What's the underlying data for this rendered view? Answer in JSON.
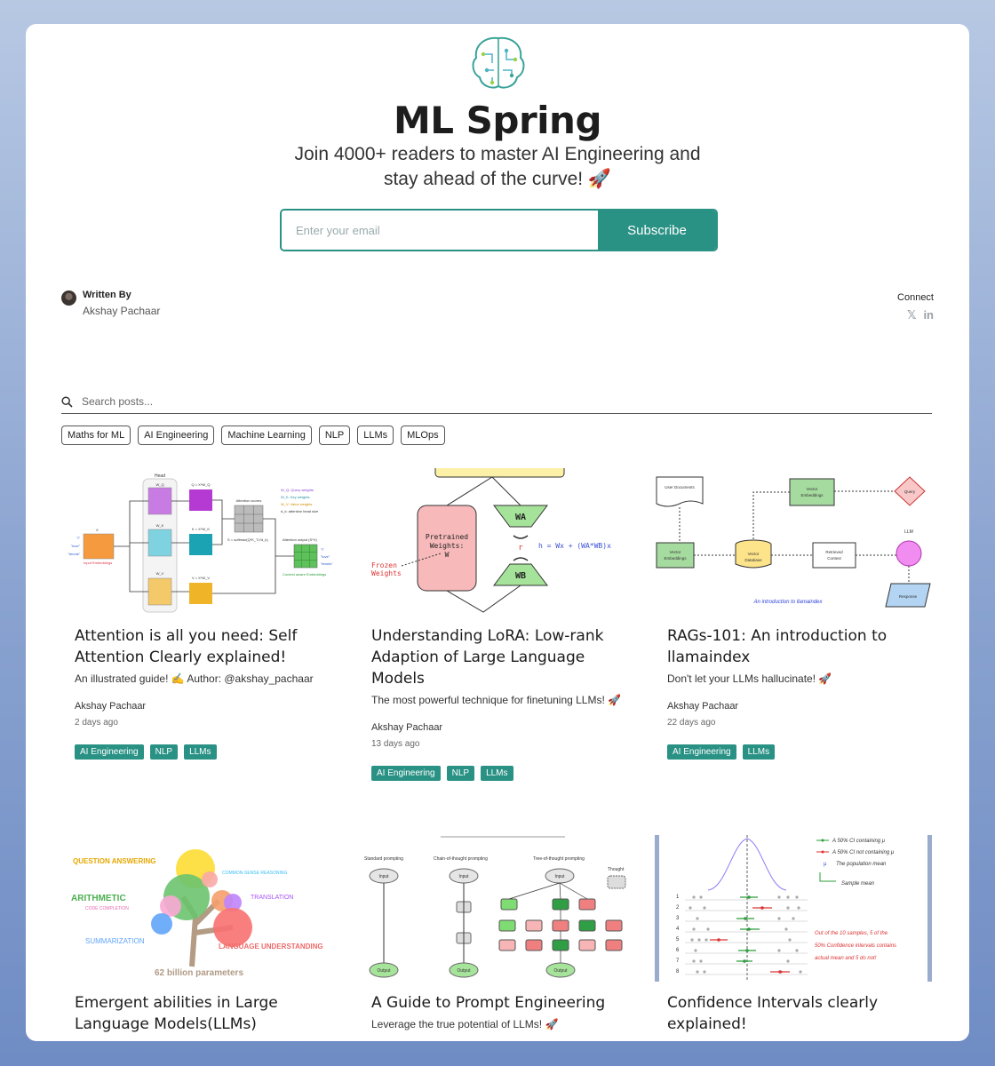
{
  "header": {
    "site_title": "ML Spring",
    "subtitle": "Join 4000+ readers to master AI Engineering and stay ahead of the curve! 🚀"
  },
  "subscribe": {
    "placeholder": "Enter your email",
    "button_label": "Subscribe"
  },
  "author": {
    "label": "Written By",
    "name": "Akshay Pachaar"
  },
  "connect": {
    "label": "Connect",
    "icons": [
      "x-icon",
      "linkedin-icon"
    ]
  },
  "search": {
    "placeholder": "Search posts..."
  },
  "filter_tags": [
    "Maths for ML",
    "AI Engineering",
    "Machine Learning",
    "NLP",
    "LLMs",
    "MLOps"
  ],
  "posts": [
    {
      "title": "Attention is all you need: Self Attention Clearly explained!",
      "description": "An illustrated guide! ✍️ Author: @akshay_pachaar",
      "author": "Akshay Pachaar",
      "date": "2 days ago",
      "tags": [
        "AI Engineering",
        "NLP",
        "LLMs"
      ]
    },
    {
      "title": "Understanding LoRA: Low-rank Adaption of Large Language Models",
      "description": "The most powerful technique for finetuning LLMs! 🚀",
      "author": "Akshay Pachaar",
      "date": "13 days ago",
      "tags": [
        "AI Engineering",
        "NLP",
        "LLMs"
      ]
    },
    {
      "title": "RAGs-101: An introduction to llamaindex",
      "description": "Don't let your LLMs hallucinate! 🚀",
      "author": "Akshay Pachaar",
      "date": "22 days ago",
      "tags": [
        "AI Engineering",
        "LLMs"
      ]
    },
    {
      "title": "Emergent abilities in Large Language Models(LLMs)",
      "description": "",
      "author": "",
      "date": "",
      "tags": []
    },
    {
      "title": "A Guide to Prompt Engineering",
      "description": "Leverage the true potential of LLMs! 🚀",
      "author": "",
      "date": "",
      "tags": []
    },
    {
      "title": "Confidence Intervals clearly explained!",
      "description": "",
      "author": "",
      "date": "",
      "tags": []
    }
  ],
  "thumb_text": {
    "attention": {
      "head": "Head",
      "wq": "W_Q",
      "wk": "W_K",
      "wv": "W_V",
      "x": "X",
      "words": [
        "\"I\"",
        "\"love\"",
        "\"tennis\""
      ],
      "input_emb": "Input Embeddings",
      "q": "Q = X*W_Q",
      "k": "K = X*W_K",
      "v": "V = X*W_V",
      "scores": "Attention scores",
      "softmax": "S = softmax(Q*K_T/√d_k)",
      "output": "Attention output (S*V)",
      "context": "Context aware Embeddings",
      "legend": [
        "W_Q: Query weights",
        "W_K: Key weights",
        "W_V: Value weights",
        "d_k: attention head size"
      ]
    },
    "lora": {
      "pretrained": [
        "Pretrained",
        "Weights:",
        "W"
      ],
      "frozen": [
        "Frozen",
        "Weights"
      ],
      "wa": "WA",
      "wb": "WB",
      "r": "r",
      "formula": "h = Wx + (WA*WB)x"
    },
    "rag": {
      "user_docs": "User Documents",
      "vector_emb": [
        "Vector",
        "Embeddings"
      ],
      "vector_db": [
        "Vector",
        "Database"
      ],
      "retrieved": [
        "Retrieved",
        "Context"
      ],
      "query": "Query",
      "llm": "LLM",
      "response": "Response",
      "caption": "An introduction to llamaindex"
    },
    "emergent": {
      "labels": [
        "QUESTION ANSWERING",
        "COMMON-SENSE REASONING",
        "ARITHMETIC",
        "CODE COMPLETION",
        "TRANSLATION",
        "SUMMARIZATION",
        "LANGUAGE UNDERSTANDING"
      ],
      "params": "62 billion parameters"
    },
    "prompting": {
      "standard": "Standard prompting",
      "cot": "Chain-of-thought prompting",
      "tot": "Tree-of-thought prompting",
      "input": "Input",
      "output": "Output",
      "thought": "Thought"
    },
    "ci": {
      "legend": [
        "A 50% CI containing μ",
        "A 50% CI not containing μ",
        "The population mean",
        "Sample mean"
      ],
      "mu": "μ",
      "rows": [
        "1",
        "2",
        "3",
        "4",
        "5",
        "6",
        "7",
        "8"
      ],
      "note": [
        "Out of the 10 samples, 5 of the",
        "50% Confidence intervals contains",
        "actual mean and 5 do not!"
      ]
    }
  },
  "colors": {
    "accent": "#2a9185",
    "background_top": "#b7c8e3",
    "background_bottom": "#6f8cc4"
  }
}
